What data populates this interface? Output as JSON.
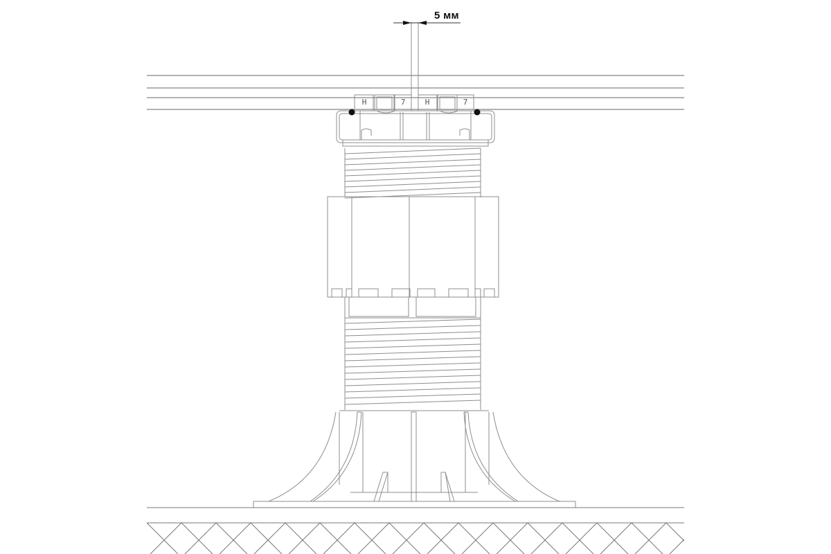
{
  "diagram": {
    "type": "technical-drawing",
    "subject": "adjustable deck pedestal support with slab tile clip",
    "line_color": "#8c8c8c",
    "dark_color": "#111111",
    "background": "#ffffff"
  },
  "dimension": {
    "gap_label": "5 мм"
  },
  "clip": {
    "labels": [
      "H",
      "7",
      "H",
      "7"
    ]
  },
  "components": [
    {
      "name": "deck-boards",
      "label": ""
    },
    {
      "name": "slab-clip-head",
      "label": ""
    },
    {
      "name": "upper-thread",
      "label": ""
    },
    {
      "name": "adjustment-collar",
      "label": ""
    },
    {
      "name": "lower-thread",
      "label": ""
    },
    {
      "name": "base-flange",
      "label": ""
    },
    {
      "name": "ground-hatch",
      "label": ""
    }
  ]
}
